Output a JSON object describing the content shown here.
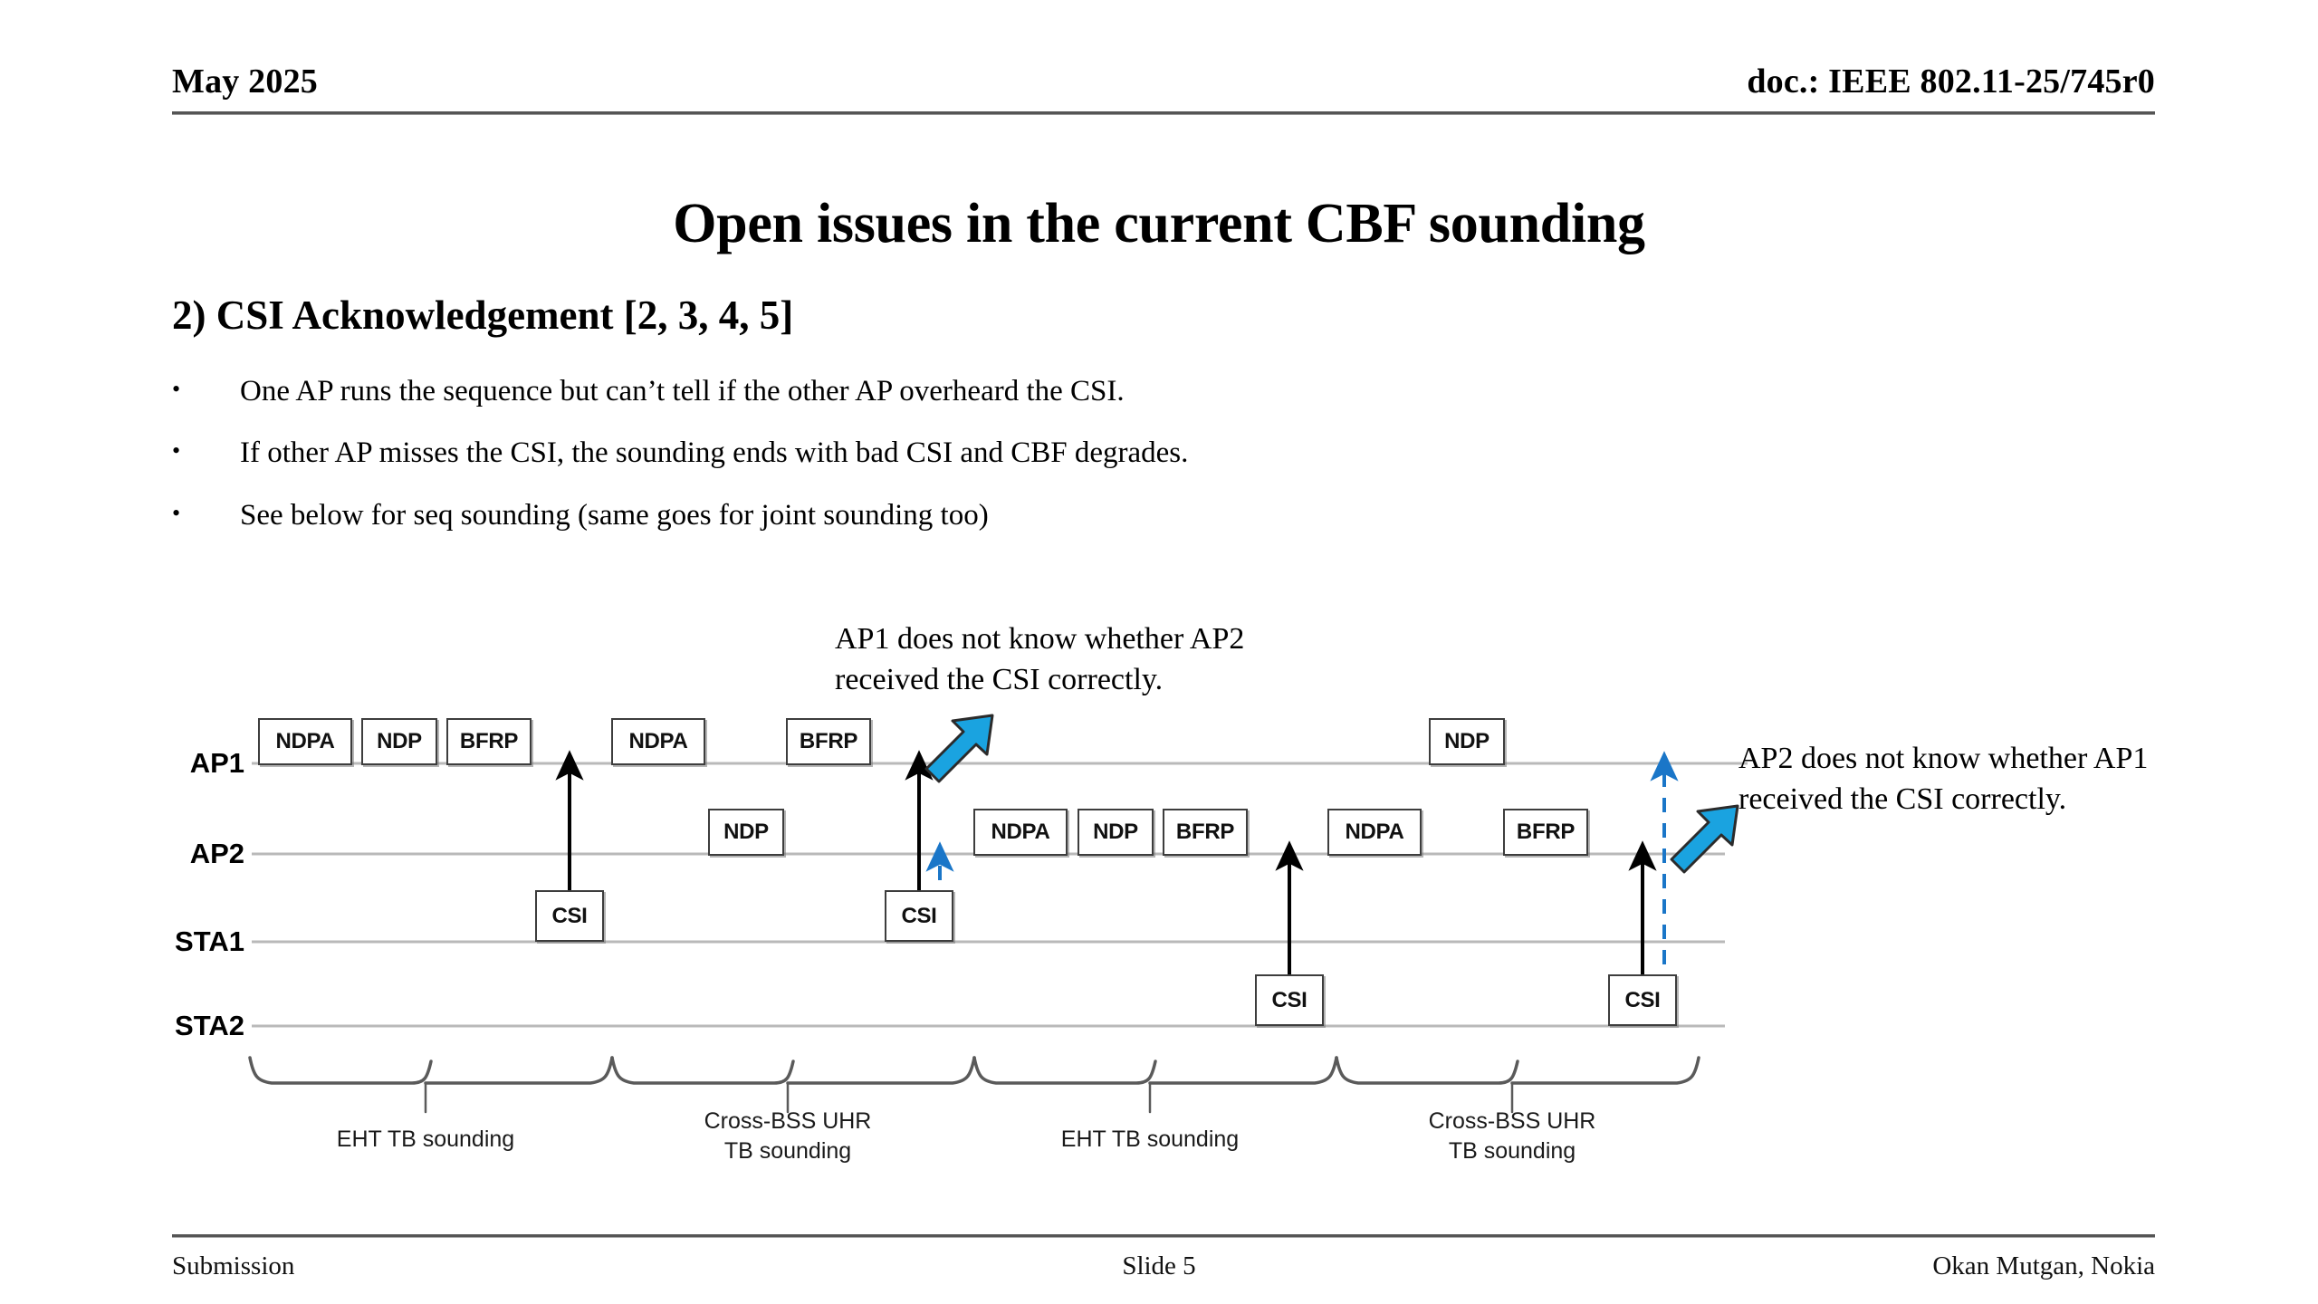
{
  "header": {
    "date": "May 2025",
    "doc": "doc.: IEEE 802.11-25/745r0"
  },
  "title": "Open issues in the current CBF sounding",
  "subtitle": "2) CSI Acknowledgement [2, 3, 4, 5]",
  "bullets": [
    "One AP runs the sequence but can’t tell if the other AP overheard the CSI.",
    "If other AP misses the CSI, the sounding ends with bad CSI and CBF degrades.",
    "See below for seq sounding (same goes for joint sounding too)"
  ],
  "diagram": {
    "row_labels": [
      "AP1",
      "AP2",
      "STA1",
      "STA2"
    ],
    "ap1_packets": [
      "NDPA",
      "NDP",
      "BFRP",
      "NDPA",
      "BFRP",
      "NDP"
    ],
    "ap2_packets": [
      "NDP",
      "NDPA",
      "NDP",
      "BFRP",
      "NDPA",
      "BFRP"
    ],
    "sta1_packets": [
      "CSI",
      "CSI"
    ],
    "sta2_packets": [
      "CSI",
      "CSI"
    ],
    "bracket_labels": [
      "EHT TB sounding",
      "Cross-BSS UHR\nTB sounding",
      "EHT TB sounding",
      "Cross-BSS UHR\nTB sounding"
    ],
    "callouts": [
      "AP1 does not know whether AP2\nreceived the CSI correctly.",
      "AP2 does not know whether AP1\nreceived the CSI correctly."
    ],
    "accent_color": "#1aa3e0",
    "line_color": "#b3b3b3",
    "arrow_color": "#000000"
  },
  "footer": {
    "left": "Submission",
    "center": "Slide 5",
    "right": "Okan Mutgan, Nokia"
  }
}
